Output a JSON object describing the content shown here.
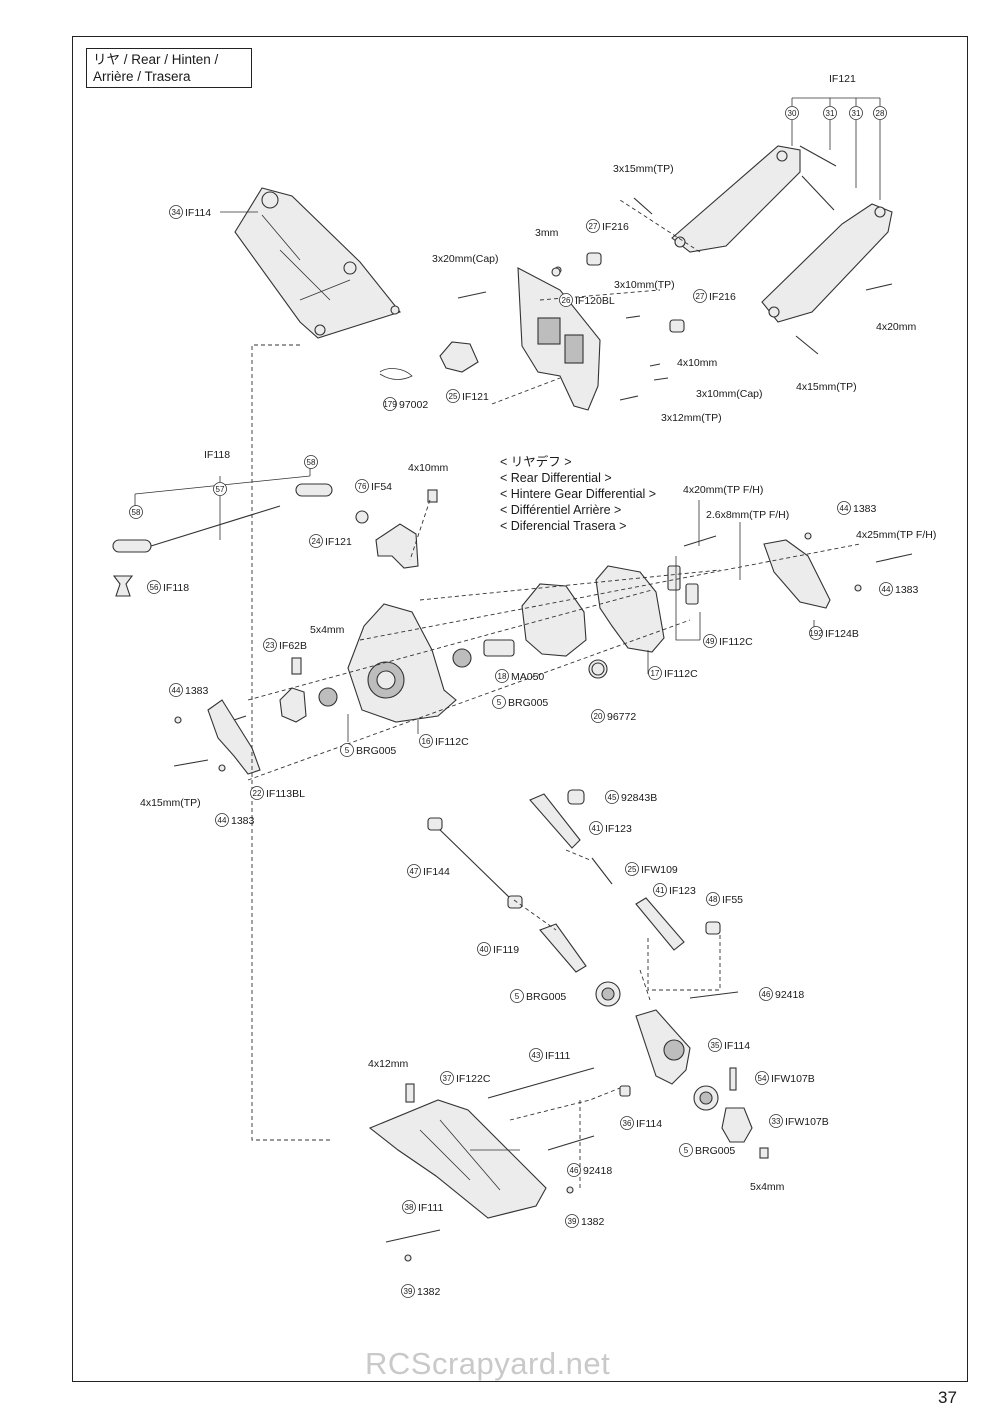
{
  "title": {
    "line1": "リヤ /  Rear / Hinten /",
    "line2": "Arrière / Trasera"
  },
  "diff_title": [
    "< リヤデフ >",
    "< Rear Differential >",
    "< Hintere Gear Differential >",
    "< Différentiel Arrière >",
    "< Diferencial Trasera >"
  ],
  "callouts": [
    {
      "num": "34",
      "text": "IF114"
    },
    {
      "num": "",
      "text": "IF121"
    },
    {
      "num": "30",
      "text": ""
    },
    {
      "num": "31",
      "text": ""
    },
    {
      "num": "31",
      "text": ""
    },
    {
      "num": "28",
      "text": ""
    },
    {
      "num": "",
      "text": "3x15mm(TP)"
    },
    {
      "num": "",
      "text": "3mm"
    },
    {
      "num": "27",
      "text": "IF216"
    },
    {
      "num": "",
      "text": "3x20mm(Cap)"
    },
    {
      "num": "",
      "text": "3x10mm(TP)"
    },
    {
      "num": "26",
      "text": "IF120BL"
    },
    {
      "num": "27",
      "text": "IF216"
    },
    {
      "num": "",
      "text": "4x20mm"
    },
    {
      "num": "",
      "text": "4x10mm"
    },
    {
      "num": "",
      "text": "3x10mm(Cap)"
    },
    {
      "num": "",
      "text": "3x12mm(TP)"
    },
    {
      "num": "",
      "text": "4x15mm(TP)"
    },
    {
      "num": "179",
      "text": "97002"
    },
    {
      "num": "25",
      "text": "IF121"
    },
    {
      "num": "",
      "text": "IF118"
    },
    {
      "num": "58",
      "text": ""
    },
    {
      "num": "57",
      "text": ""
    },
    {
      "num": "58",
      "text": ""
    },
    {
      "num": "56",
      "text": "IF118"
    },
    {
      "num": "76",
      "text": "IF54"
    },
    {
      "num": "",
      "text": "4x10mm"
    },
    {
      "num": "24",
      "text": "IF121"
    },
    {
      "num": "",
      "text": "4x20mm(TP F/H)"
    },
    {
      "num": "",
      "text": "2.6x8mm(TP F/H)"
    },
    {
      "num": "44",
      "text": "1383"
    },
    {
      "num": "",
      "text": "4x25mm(TP F/H)"
    },
    {
      "num": "44",
      "text": "1383"
    },
    {
      "num": "192",
      "text": "IF124B"
    },
    {
      "num": "49",
      "text": "IF112C"
    },
    {
      "num": "17",
      "text": "IF112C"
    },
    {
      "num": "",
      "text": "5x4mm"
    },
    {
      "num": "23",
      "text": "IF62B"
    },
    {
      "num": "18",
      "text": "MA050"
    },
    {
      "num": "5",
      "text": "BRG005"
    },
    {
      "num": "20",
      "text": "96772"
    },
    {
      "num": "44",
      "text": "1383"
    },
    {
      "num": "5",
      "text": "BRG005"
    },
    {
      "num": "16",
      "text": "IF112C"
    },
    {
      "num": "",
      "text": "4x15mm(TP)"
    },
    {
      "num": "22",
      "text": "IF113BL"
    },
    {
      "num": "44",
      "text": "1383"
    },
    {
      "num": "45",
      "text": "92843B"
    },
    {
      "num": "41",
      "text": "IF123"
    },
    {
      "num": "25",
      "text": "IFW109"
    },
    {
      "num": "47",
      "text": "IF144"
    },
    {
      "num": "41",
      "text": "IF123"
    },
    {
      "num": "48",
      "text": "IF55"
    },
    {
      "num": "40",
      "text": "IF119"
    },
    {
      "num": "46",
      "text": "92418"
    },
    {
      "num": "5",
      "text": "BRG005"
    },
    {
      "num": "35",
      "text": "IF114"
    },
    {
      "num": "43",
      "text": "IF111"
    },
    {
      "num": "",
      "text": "4x12mm"
    },
    {
      "num": "37",
      "text": "IF122C"
    },
    {
      "num": "54",
      "text": "IFW107B"
    },
    {
      "num": "36",
      "text": "IF114"
    },
    {
      "num": "33",
      "text": "IFW107B"
    },
    {
      "num": "46",
      "text": "92418"
    },
    {
      "num": "5",
      "text": "BRG005"
    },
    {
      "num": "",
      "text": "5x4mm"
    },
    {
      "num": "38",
      "text": "IF111"
    },
    {
      "num": "39",
      "text": "1382"
    },
    {
      "num": "39",
      "text": "1382"
    }
  ],
  "watermark": "RCScrapyard.net",
  "page_number": "37"
}
